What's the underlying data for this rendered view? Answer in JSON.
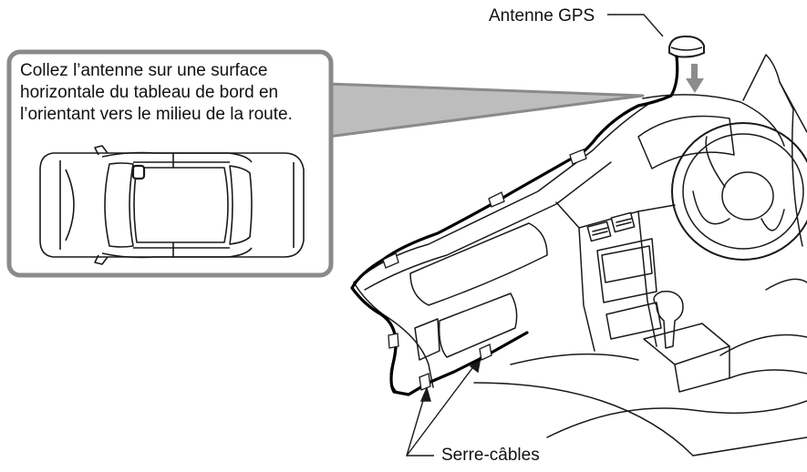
{
  "labels": {
    "gps_antenna": "Antenne GPS",
    "cable_ties": "Serre-câbles"
  },
  "callout": {
    "lines": [
      "Collez l’antenne sur une surface",
      "horizontale du tableau de bord en",
      "l’orientant vers le milieu de la route."
    ]
  },
  "colors": {
    "line": "#1a1a1a",
    "callout_border": "#8a8a8a",
    "cable": "#000000",
    "arrow": "#8c8c8c"
  }
}
